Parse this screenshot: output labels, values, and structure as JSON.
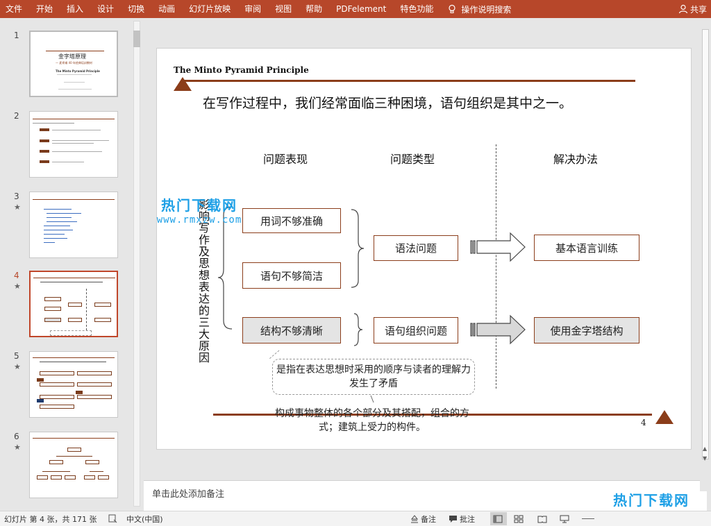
{
  "ribbon": {
    "tabs": [
      "文件",
      "开始",
      "插入",
      "设计",
      "切换",
      "动画",
      "幻灯片放映",
      "审阅",
      "视图",
      "帮助",
      "PDFelement",
      "特色功能"
    ],
    "search_label": "操作说明搜索",
    "share_label": "共享",
    "accent": "#b7472a"
  },
  "thumbnails": [
    {
      "num": "1",
      "star": ""
    },
    {
      "num": "2",
      "star": ""
    },
    {
      "num": "3",
      "star": "★"
    },
    {
      "num": "4",
      "star": "★"
    },
    {
      "num": "5",
      "star": "★"
    },
    {
      "num": "6",
      "star": "★"
    }
  ],
  "thumb1": {
    "title": "金字塔原理",
    "subtitle": "— 麦肯锡 40 年经典培训教材",
    "eng_title": "The Minto Pyramid Principle"
  },
  "slide": {
    "brand": "The Minto Pyramid Principle",
    "headline": "在写作过程中，我们经常面临三种困境，语句组织是其中之一。",
    "col_heads": [
      "问题表现",
      "问题类型",
      "解决办法"
    ],
    "vertical_label": "影响写作及思想表达的三大原因",
    "problems": [
      "用词不够准确",
      "语句不够简洁",
      "结构不够清晰"
    ],
    "types": [
      "语法问题",
      "语句组织问题"
    ],
    "solutions": [
      "基本语言训练",
      "使用金字塔结构"
    ],
    "callout": "是指在表达思想时采用的顺序与读者的理解力发生了矛盾",
    "note": "构成事物整体的各个部分及其搭配，组合的方式；建筑上受力的构件。",
    "page_number": "4",
    "accent": "#8b3d1a"
  },
  "watermark": {
    "text": "热门下载网",
    "url": "www.rmxzw.com"
  },
  "notes": {
    "placeholder": "单击此处添加备注"
  },
  "status": {
    "slide_info": "幻灯片 第 4 张，共 171 张",
    "language": "中文(中国)",
    "notes_label": "备注",
    "comments_label": "批注"
  }
}
